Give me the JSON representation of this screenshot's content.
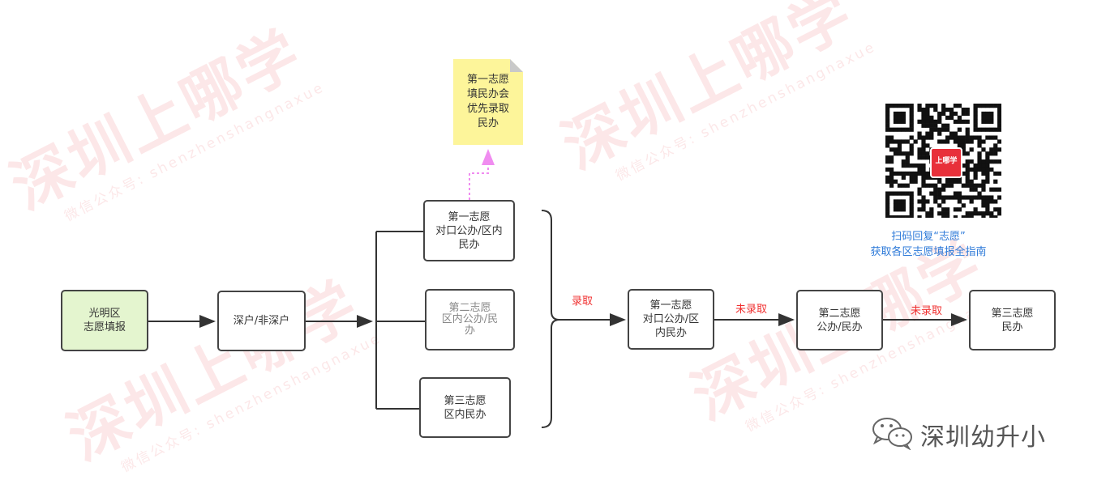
{
  "watermark": {
    "brand": "深圳上哪学",
    "sub": "微信公众号: shenzhenshangnaxue"
  },
  "nodes": {
    "start": [
      "光明区",
      "志愿填报"
    ],
    "hukou": [
      "深户/非深户"
    ],
    "choice1": [
      "第一志愿",
      "对口公办/区内",
      "民办"
    ],
    "choice2": [
      "第二志愿",
      "区内公办/民",
      "办"
    ],
    "choice3": [
      "第三志愿",
      "区内民办"
    ],
    "first": [
      "第一志愿",
      "对口公办/区",
      "内民办"
    ],
    "second": [
      "第二志愿",
      "公办/民办"
    ],
    "third": [
      "第三志愿",
      "民办"
    ]
  },
  "note": [
    "第一志愿",
    "填民办会",
    "优先录取",
    "民办"
  ],
  "labels": {
    "admitted": "录取",
    "not_admitted_1": "未录取",
    "not_admitted_2": "未录取"
  },
  "qr": {
    "logo": "上哪学",
    "caption": [
      "扫码回复“志愿”",
      "获取各区志愿填报全指南"
    ]
  },
  "footer": {
    "account": "深圳幼升小"
  },
  "colors": {
    "start_fill": "#e4f5cf",
    "note_fill": "#fdf59a",
    "label": "#f03030",
    "caption": "#2f7bd9",
    "dotted": "#f08cf0"
  }
}
